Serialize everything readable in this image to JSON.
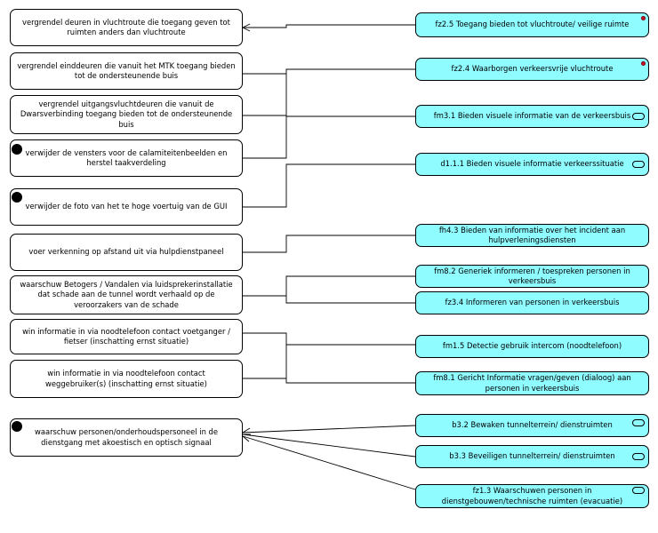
{
  "activities": [
    {
      "id": "a1",
      "text": "vergrendel deuren in vluchtroute die toegang geven tot ruimten anders dan vluchtroute"
    },
    {
      "id": "a2",
      "text": "vergrendel einddeuren die vanuit het MTK toegang bieden tot de ondersteunende buis"
    },
    {
      "id": "a3",
      "text": "vergrendel uitgangsvluchtdeuren die vanuit de Dwarsverbinding toegang bieden tot de ondersteunende buis"
    },
    {
      "id": "a4",
      "text": "verwijder de vensters voor de calamiteitenbeelden en herstel taakverdeling"
    },
    {
      "id": "a5",
      "text": "verwijder de foto van het te hoge voertuig van de GUI"
    },
    {
      "id": "a6",
      "text": "voer verkenning op afstand uit via hulpdienstpaneel"
    },
    {
      "id": "a7",
      "text": "waarschuw Betogers / Vandalen via luidsprekerinstallatie dat schade aan de tunnel wordt verhaald op de veroorzakers van de schade"
    },
    {
      "id": "a8",
      "text": "win informatie in via noodtelefoon contact voetganger / fietser (inschatting ernst situatie)"
    },
    {
      "id": "a9",
      "text": "win informatie in via noodtelefoon contact weggebruiker(s) (inschatting ernst situatie)"
    },
    {
      "id": "a10",
      "text": "waarschuw personen/onderhoudspersoneel in de dienstgang met akoestisch en optisch signaal"
    }
  ],
  "functions": [
    {
      "id": "f1",
      "text": "fz2.5 Toegang bieden tot vluchtroute/ veilige ruimte",
      "marker": "red-dot"
    },
    {
      "id": "f2",
      "text": "fz2.4 Waarborgen verkeersvrije vluchtroute",
      "marker": "red-dot"
    },
    {
      "id": "f3",
      "text": "fm3.1 Bieden visuele informatie van de verkeersbuis",
      "marker": "pill"
    },
    {
      "id": "f4",
      "text": "d1.1.1 Bieden visuele informatie verkeerssituatie",
      "marker": "pill"
    },
    {
      "id": "f5",
      "text": "fh4.3 Bieden van informatie over het incident aan hulpverleningsdiensten",
      "marker": ""
    },
    {
      "id": "f6",
      "text": "fm8.2 Generiek informeren / toespreken personen in verkeersbuis",
      "marker": ""
    },
    {
      "id": "f7",
      "text": "fz3.4 Informeren van personen in verkeersbuis",
      "marker": ""
    },
    {
      "id": "f8",
      "text": "fm1.5 Detectie gebruik intercom (noodtelefoon)",
      "marker": ""
    },
    {
      "id": "f9",
      "text": "fm8.1 Gericht Informatie vragen/geven (dialoog) aan personen in verkeersbuis",
      "marker": ""
    },
    {
      "id": "f10",
      "text": "b3.2 Bewaken tunnelterrein/ dienstruimten",
      "marker": "pill"
    },
    {
      "id": "f11",
      "text": "b3.3 Beveiligen tunnelterrein/ dienstruimten",
      "marker": "pill"
    },
    {
      "id": "f12",
      "text": "fz1.3 Waarschuwen personen in dienstgebouwen/technische ruimten (evacuatie)",
      "marker": "pill"
    }
  ],
  "colors": {
    "function_fill": "#8ffcff",
    "activity_fill": "#ffffff",
    "line": "#000000",
    "marker_red": "#d01020"
  }
}
